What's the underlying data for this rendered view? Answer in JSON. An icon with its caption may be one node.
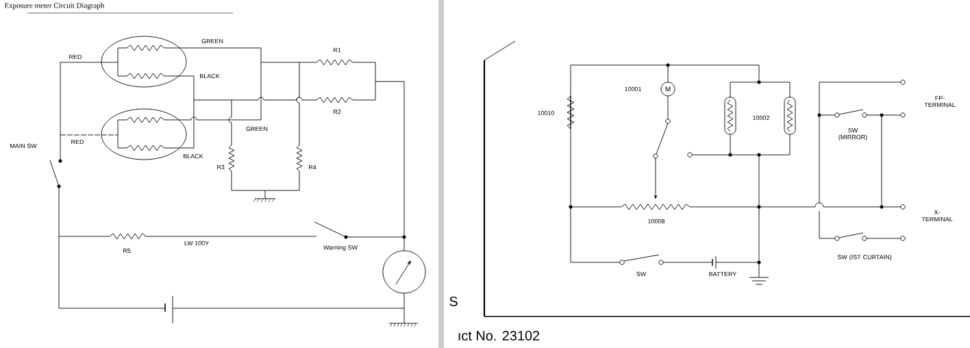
{
  "diagram": {
    "title": "Exposure meter Circuit Diagraph",
    "nodes": [
      {
        "text": [
          "M"
        ]
      }
    ],
    "labels": [
      "GREEN",
      "RED",
      "R1",
      "BLACK",
      "R2",
      "GREEN",
      "MAIN SW",
      "RED",
      "BLACK",
      "R3",
      "R4",
      "R5",
      "LW 100Y",
      "Warning SW",
      "10001",
      "10010",
      "10002",
      "FP- TERMINAL",
      "SW (MIRROR)",
      "10008",
      "X- TERMINAL",
      "SW (IST CURTAIN)",
      "SW",
      "BATTERY",
      "S",
      "ıct No. 23102"
    ]
  }
}
